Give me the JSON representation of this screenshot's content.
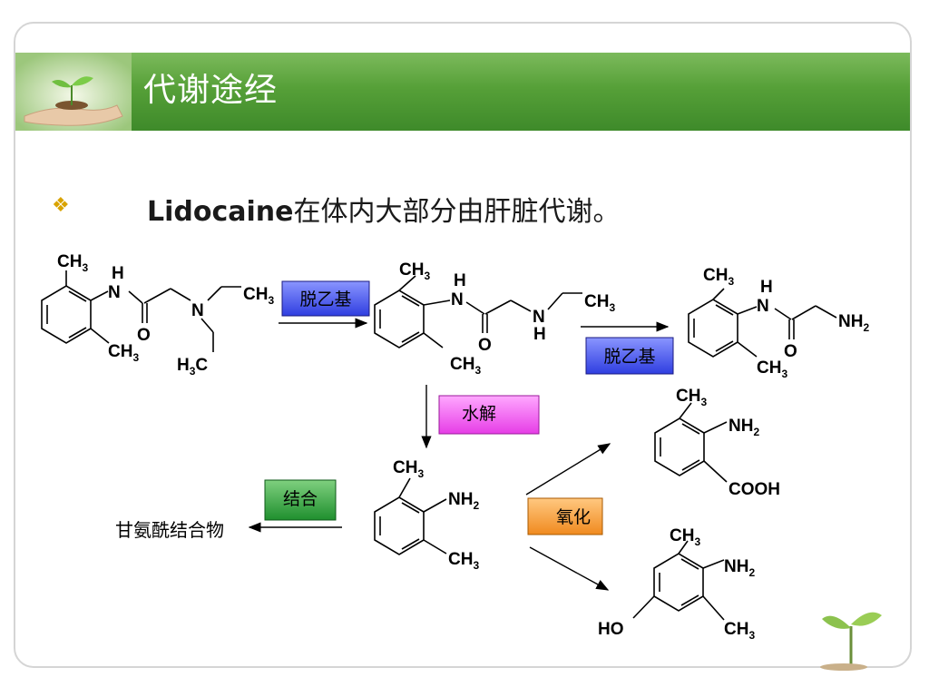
{
  "slide": {
    "title": "代谢途经",
    "bullet_bold": "Lidocaine",
    "bullet_text": "在体内大部分由肝脏代谢。"
  },
  "reactions": {
    "step1_label": "脱乙基",
    "step2_label": "脱乙基",
    "hydrolysis_label": "水解",
    "conjugation_label": "结合",
    "oxidation_label": "氧化",
    "conjugation_product": "甘氨酰结合物"
  },
  "atoms": {
    "ch3": "CH",
    "sub3": "3",
    "h3c": "H",
    "c": "C",
    "nh": "N",
    "h": "H",
    "o": "O",
    "n": "N",
    "nh2": "NH",
    "sub2": "2",
    "cooh": "COOH",
    "ho": "HO"
  },
  "colors": {
    "title_green": "#4c9a33",
    "blue_box": "#2f3ee0",
    "magenta_box": "#e63de6",
    "green_box": "#1f8f2e",
    "orange_box": "#f08a1f"
  }
}
